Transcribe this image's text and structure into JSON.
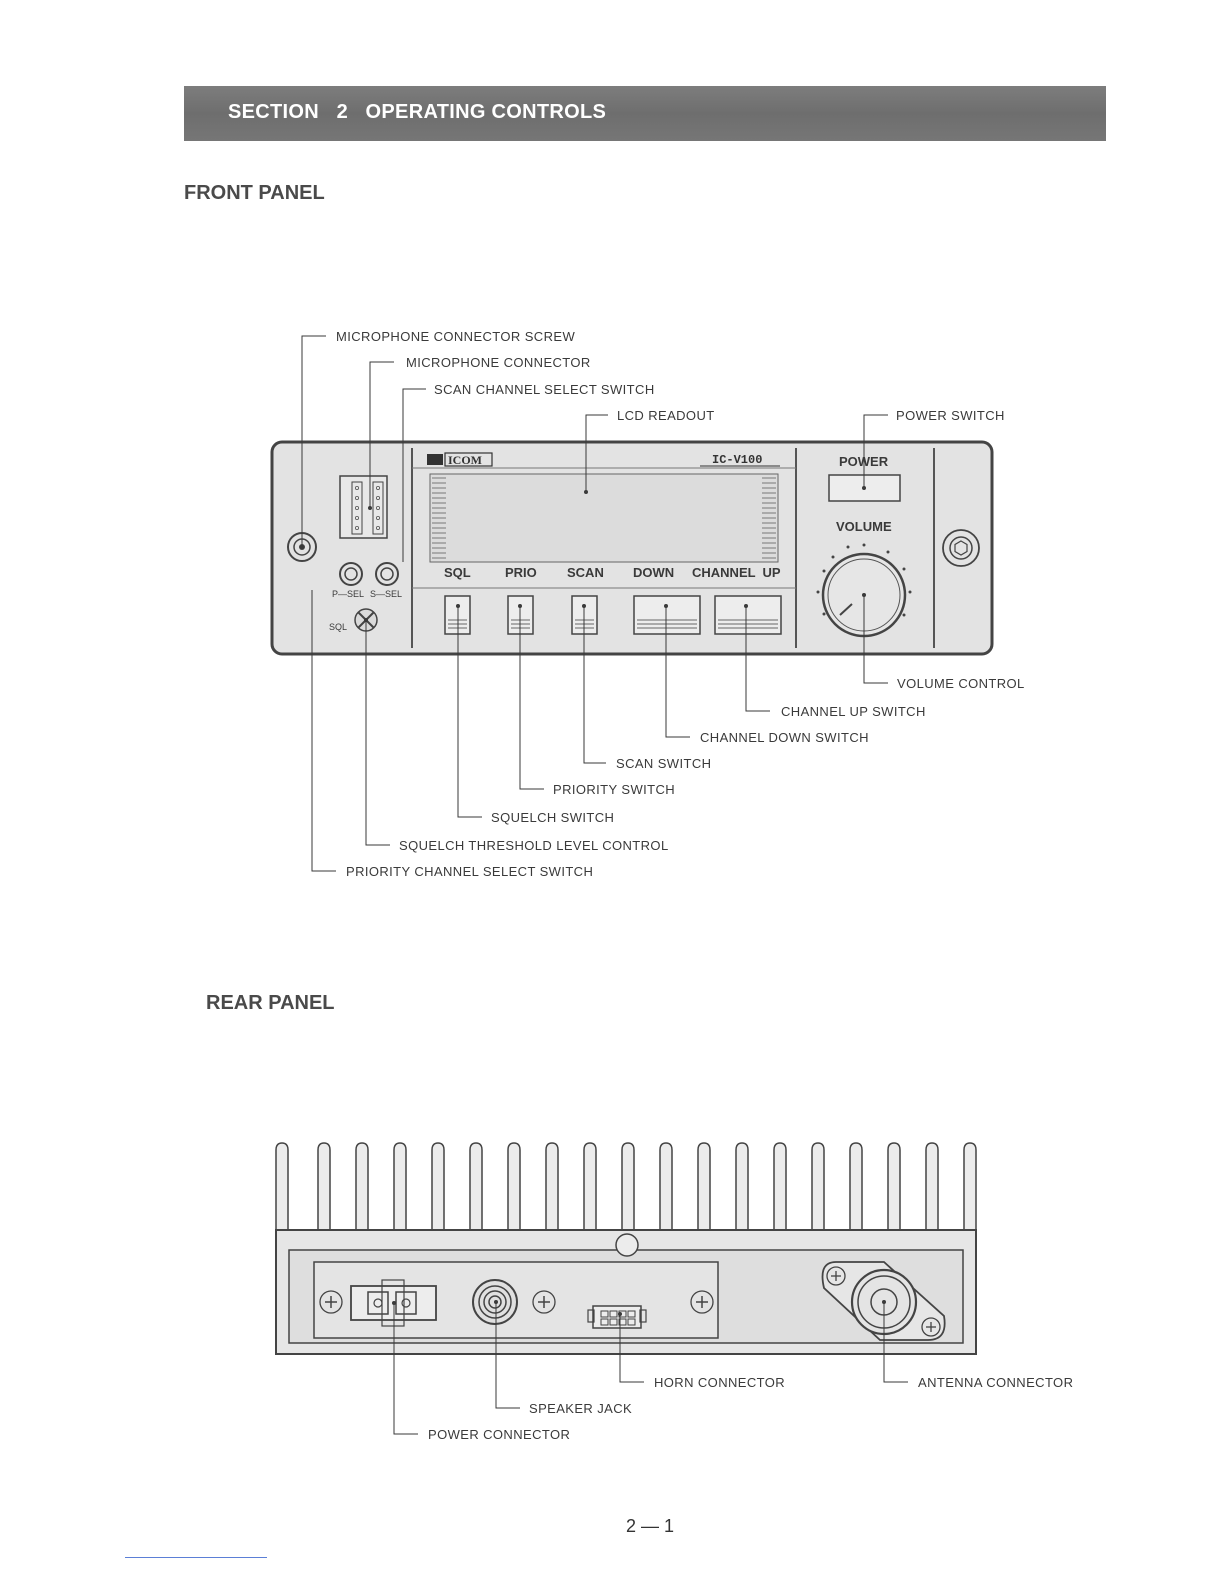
{
  "section": {
    "title": "SECTION   2   OPERATING CONTROLS"
  },
  "front_panel": {
    "heading": "FRONT PANEL",
    "brand": "ICOM",
    "model": "IC-V100",
    "power_label": "POWER",
    "volume_label": "VOLUME",
    "sql_knob_label": "SQL",
    "psel_label": "P—SEL",
    "ssel_label": "S—SEL",
    "button_labels": {
      "sql": "SQL",
      "prio": "PRIO",
      "scan": "SCAN",
      "down": "DOWN",
      "channel_up": "CHANNEL  UP"
    },
    "callouts": {
      "mic_connector_screw": "MICROPHONE CONNECTOR SCREW",
      "mic_connector": "MICROPHONE CONNECTOR",
      "scan_channel_select_switch": "SCAN CHANNEL SELECT SWITCH",
      "lcd_readout": "LCD READOUT",
      "power_switch": "POWER SWITCH",
      "volume_control": "VOLUME CONTROL",
      "channel_up_switch": "CHANNEL UP SWITCH",
      "channel_down_switch": "CHANNEL DOWN SWITCH",
      "scan_switch": "SCAN SWITCH",
      "priority_switch": "PRIORITY SWITCH",
      "squelch_switch": "SQUELCH SWITCH",
      "squelch_threshold": "SQUELCH THRESHOLD LEVEL CONTROL",
      "priority_channel_select": "PRIORITY CHANNEL SELECT SWITCH"
    }
  },
  "rear_panel": {
    "heading": "REAR PANEL",
    "callouts": {
      "horn_connector": "HORN CONNECTOR",
      "antenna_connector": "ANTENNA CONNECTOR",
      "speaker_jack": "SPEAKER JACK",
      "power_connector": "POWER CONNECTOR"
    }
  },
  "page_number": "2 — 1",
  "colors": {
    "section_bar": "#767676",
    "panel_fill": "#e2e2e2",
    "outline": "#4a4a4a"
  }
}
